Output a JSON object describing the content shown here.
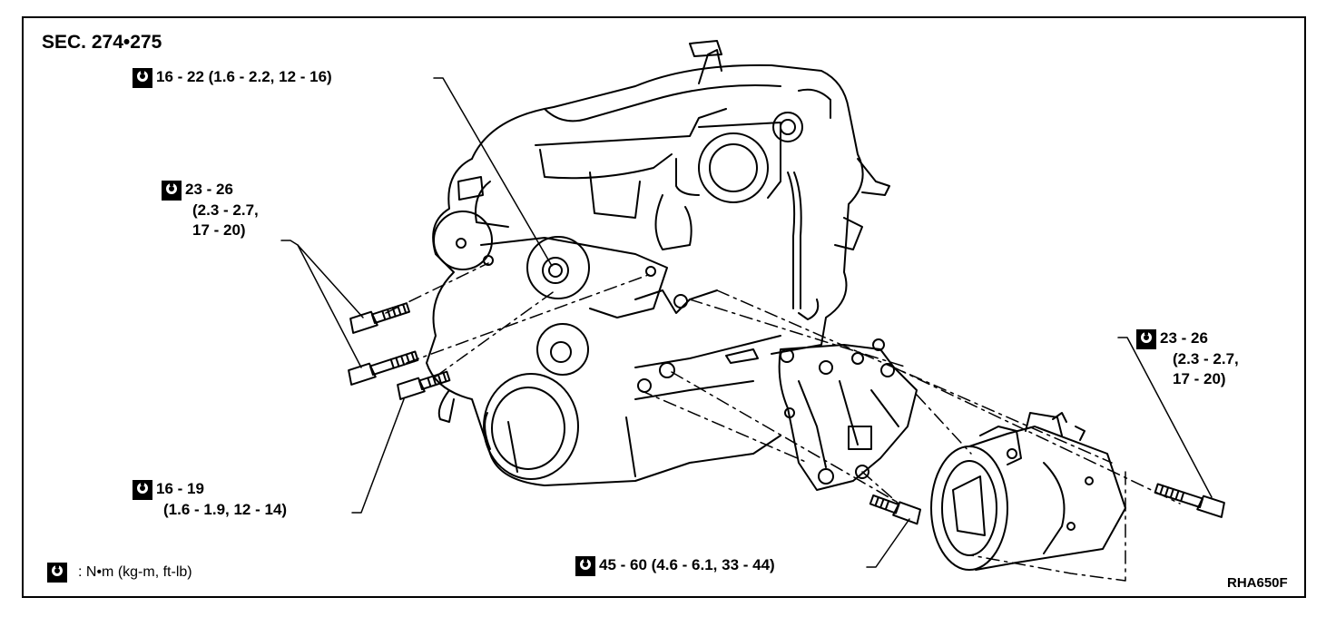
{
  "section_title": "SEC. 274•275",
  "reference_code": "RHA650F",
  "legend": {
    "icon": "torque-wrench-icon",
    "text": ":  N•m  (kg-m,  ft-lb)"
  },
  "torque_specs": {
    "idler_bolt": {
      "line1": "16 - 22 (1.6 - 2.2, 12 - 16)"
    },
    "upper_bracket_bolts": {
      "line1": "23 - 26",
      "line2": "(2.3 - 2.7,",
      "line3": "17 - 20)"
    },
    "lower_bracket_bolt": {
      "line1": "16 - 19",
      "line2": "(1.6 - 1.9, 12 - 14)"
    },
    "compressor_bracket_bolt": {
      "line1": "45 - 60 (4.6 - 6.1, 33 - 44)"
    },
    "compressor_bolt": {
      "line1": "23 - 26",
      "line2": "(2.3 - 2.7,",
      "line3": "17 - 20)"
    }
  },
  "colors": {
    "line": "#000000",
    "background": "#ffffff"
  }
}
